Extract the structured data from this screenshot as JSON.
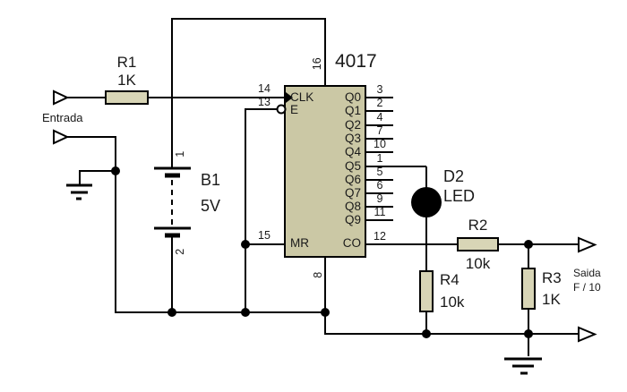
{
  "ports": {
    "input1": {
      "label": "Entrada"
    },
    "output1": {
      "label": "Saida",
      "sublabel": "F / 10"
    }
  },
  "components": {
    "r1": {
      "ref": "R1",
      "value": "1K"
    },
    "r2": {
      "ref": "R2",
      "value": "10k"
    },
    "r3": {
      "ref": "R3",
      "value": "1K"
    },
    "r4": {
      "ref": "R4",
      "value": "10k"
    },
    "b1": {
      "ref": "B1",
      "value": "5V",
      "pin_top": "1",
      "pin_bottom": "2"
    },
    "d2": {
      "ref": "D2",
      "value": "LED"
    },
    "u1": {
      "part": "4017",
      "pin_top": "16",
      "pin_bottom": "8",
      "left_pins": [
        {
          "num": "14",
          "name": "CLK"
        },
        {
          "num": "13",
          "name": "E"
        },
        {
          "num": "15",
          "name": "MR"
        }
      ],
      "right_pins": [
        {
          "num": "3",
          "name": "Q0"
        },
        {
          "num": "2",
          "name": "Q1"
        },
        {
          "num": "4",
          "name": "Q2"
        },
        {
          "num": "7",
          "name": "Q3"
        },
        {
          "num": "10",
          "name": "Q4"
        },
        {
          "num": "1",
          "name": "Q5"
        },
        {
          "num": "5",
          "name": "Q6"
        },
        {
          "num": "6",
          "name": "Q7"
        },
        {
          "num": "9",
          "name": "Q8"
        },
        {
          "num": "11",
          "name": "Q9"
        }
      ],
      "co_pin": {
        "num": "12",
        "name": "CO"
      }
    }
  },
  "colors": {
    "wire": "#000000",
    "ic_fill": "#cbc8a5",
    "resistor_fill": "#d8d5b6",
    "led_fill": "#000000",
    "background": "#ffffff",
    "text": "#1a1a1a"
  }
}
